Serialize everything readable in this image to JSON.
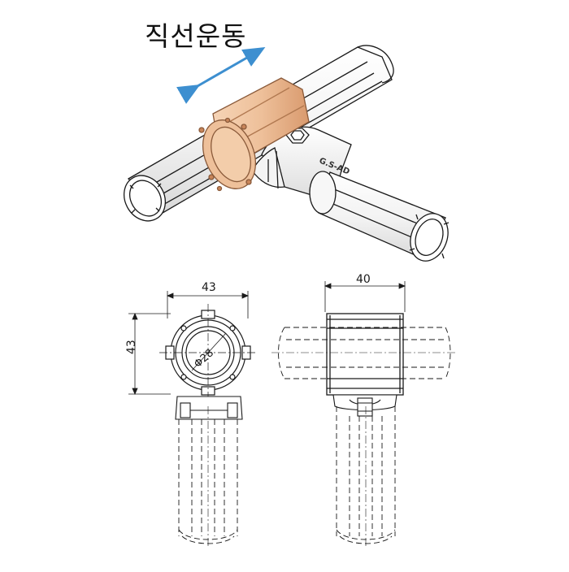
{
  "title": "직선운동",
  "product_label": "G.S-AD",
  "dimensions": {
    "front_width": "43",
    "front_height": "43",
    "diameter": "Φ28",
    "side_width": "40"
  },
  "colors": {
    "sleeve": "#eec09a",
    "sleeve_dark": "#c8855a",
    "arrow": "#3d8fd0",
    "line": "#1a1a1a"
  }
}
